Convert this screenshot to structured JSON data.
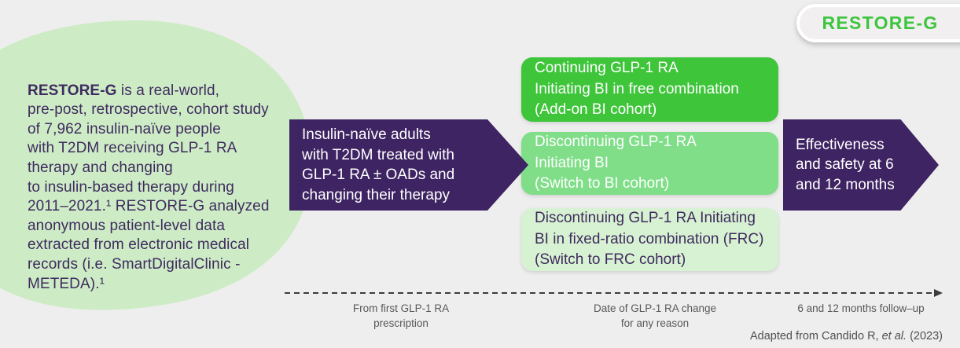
{
  "badge": {
    "label": "RESTORE-G"
  },
  "intro": {
    "lead": "RESTORE-G",
    "body": " is a real-world,\npre-post, retrospective, cohort study\nof 7,962 insulin-naïve people\nwith T2DM receiving GLP-1 RA\ntherapy and changing\nto insulin-based therapy during\n2011–2021.¹ RESTORE-G analyzed\nanonymous patient-level data\nextracted from electronic medical\nrecords (i.e. SmartDigitalClinic -\nMETEDA).¹"
  },
  "flow": {
    "population_arrow": "Insulin-naïve adults\nwith T2DM treated with\nGLP-1 RA ± OADs and\nchanging their therapy",
    "cohorts": [
      {
        "label": "Continuing GLP-1 RA\nInitiating BI in free combination\n(Add-on BI cohort)",
        "bg": "#3ec53a",
        "text_color": "#ffffff"
      },
      {
        "label": "Discontinuing GLP-1 RA\nInitiating BI\n(Switch to BI cohort)",
        "bg": "#80de89",
        "text_color": "#ffffff"
      },
      {
        "label": "Discontinuing GLP-1 RA Initiating\nBI in fixed-ratio combination (FRC)\n(Switch to FRC cohort)",
        "bg": "#d7f2d2",
        "text_color": "#3f2a5e"
      }
    ],
    "outcome_arrow": "Effectiveness\nand safety at 6\nand 12 months"
  },
  "timeline": {
    "labels": [
      "From first GLP-1 RA\nprescription",
      "Date of GLP-1 RA change\nfor any reason",
      "6 and 12 months follow–up"
    ]
  },
  "footer": {
    "prefix": "Adapted from Candido R, ",
    "etal": "et al.",
    "suffix": " (2023)"
  },
  "colors": {
    "background": "#efeeee",
    "blob_green": "#cdecc6",
    "bright_green": "#3ec53a",
    "medium_green": "#80de89",
    "light_green": "#d7f2d2",
    "purple": "#3e2462",
    "accent_green_text": "#3dc53d",
    "dark_text": "#3f2a5e"
  }
}
